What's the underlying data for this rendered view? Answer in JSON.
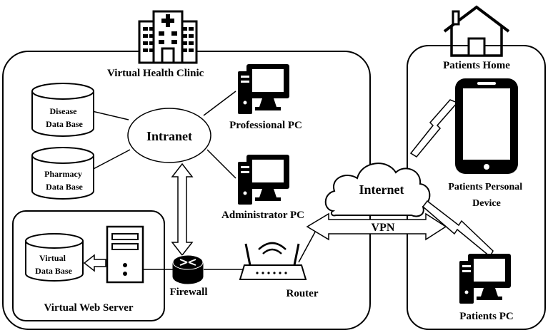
{
  "diagram": {
    "clinic": {
      "label": "Virtual  Health Clinic",
      "intranet_label": "Intranet",
      "disease_db": [
        "Disease",
        "Data Base"
      ],
      "pharmacy_db": [
        "Pharmacy",
        "Data Base"
      ],
      "professional_pc": "Professional PC",
      "administrator_pc": "Administrator PC",
      "firewall": "Firewall",
      "router": "Router",
      "web_server": {
        "label": "Virtual Web Server",
        "virtual_db": [
          "Virtual",
          "Data Base"
        ]
      }
    },
    "internet_label": "Internet",
    "vpn_label": "VPN",
    "patients": {
      "home_label": "Patients Home",
      "device_label": [
        "Patients Personal",
        "Device"
      ],
      "pc_label": "Patients PC"
    }
  }
}
